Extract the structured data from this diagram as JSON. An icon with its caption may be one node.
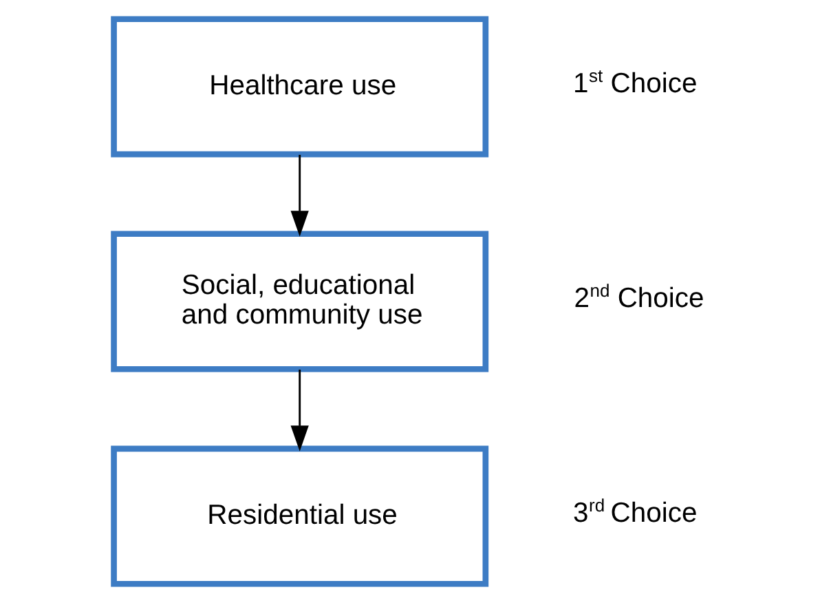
{
  "diagram": {
    "nodes": [
      {
        "text": [
          "Healthcare use"
        ],
        "beside": [
          "1$^{st}$ Choice"
        ]
      },
      {
        "text": [
          "Social, educational and community use"
        ],
        "beside": [
          "2$^{nd}$ Choice"
        ]
      },
      {
        "text": [
          "Residential use"
        ],
        "beside": [
          "3$^{rd}$ Choice"
        ]
      }
    ],
    "edges": [
      {
        "from": 0,
        "to": 1,
        "arrow": "to"
      },
      {
        "from": 1,
        "to": 2,
        "arrow": "to"
      }
    ]
  }
}
